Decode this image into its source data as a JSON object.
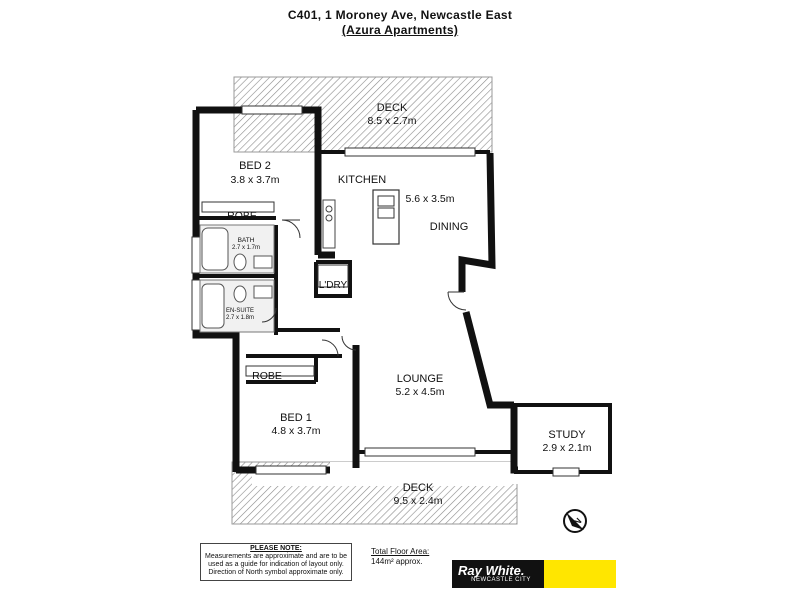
{
  "title": {
    "line1": "C401, 1 Moroney Ave, Newcastle East",
    "line2": "(Azura Apartments)"
  },
  "rooms": {
    "deck_top": {
      "name": "DECK",
      "size": "8.5 x 2.7m"
    },
    "bed2": {
      "name": "BED 2",
      "size": "3.8 x 3.7m"
    },
    "robe_top": {
      "name": "ROBE"
    },
    "bath": {
      "name": "BATH",
      "size": "2.7 x 1.7m"
    },
    "ensuite": {
      "name": "EN-SUITE",
      "size": "2.7 x 1.8m"
    },
    "kitchen": {
      "name": "KITCHEN",
      "size": "5.6 x 3.5m"
    },
    "dining": {
      "name": "DINING"
    },
    "laundry": {
      "name": "L'DRY"
    },
    "robe_bottom": {
      "name": "ROBE"
    },
    "bed1": {
      "name": "BED 1",
      "size": "4.8 x 3.7m"
    },
    "lounge": {
      "name": "LOUNGE",
      "size": "5.2 x 4.5m"
    },
    "study": {
      "name": "STUDY",
      "size": "2.9 x 2.1m"
    },
    "deck_bottom": {
      "name": "DECK",
      "size": "9.5 x 2.4m"
    }
  },
  "compass": {
    "letter": "N"
  },
  "note": {
    "heading": "PLEASE NOTE:",
    "line1": "Measurements are approximate and are to be",
    "line2": "used as a guide for indication of layout only.",
    "line3": "Direction of North symbol approximate only."
  },
  "floor_area": {
    "heading": "Total Floor Area:",
    "value": "144m² approx."
  },
  "brand": {
    "name": "Ray White.",
    "office": "NEWCASTLE CITY",
    "colors": {
      "dark": "#111111",
      "yellow": "#ffe600"
    }
  }
}
